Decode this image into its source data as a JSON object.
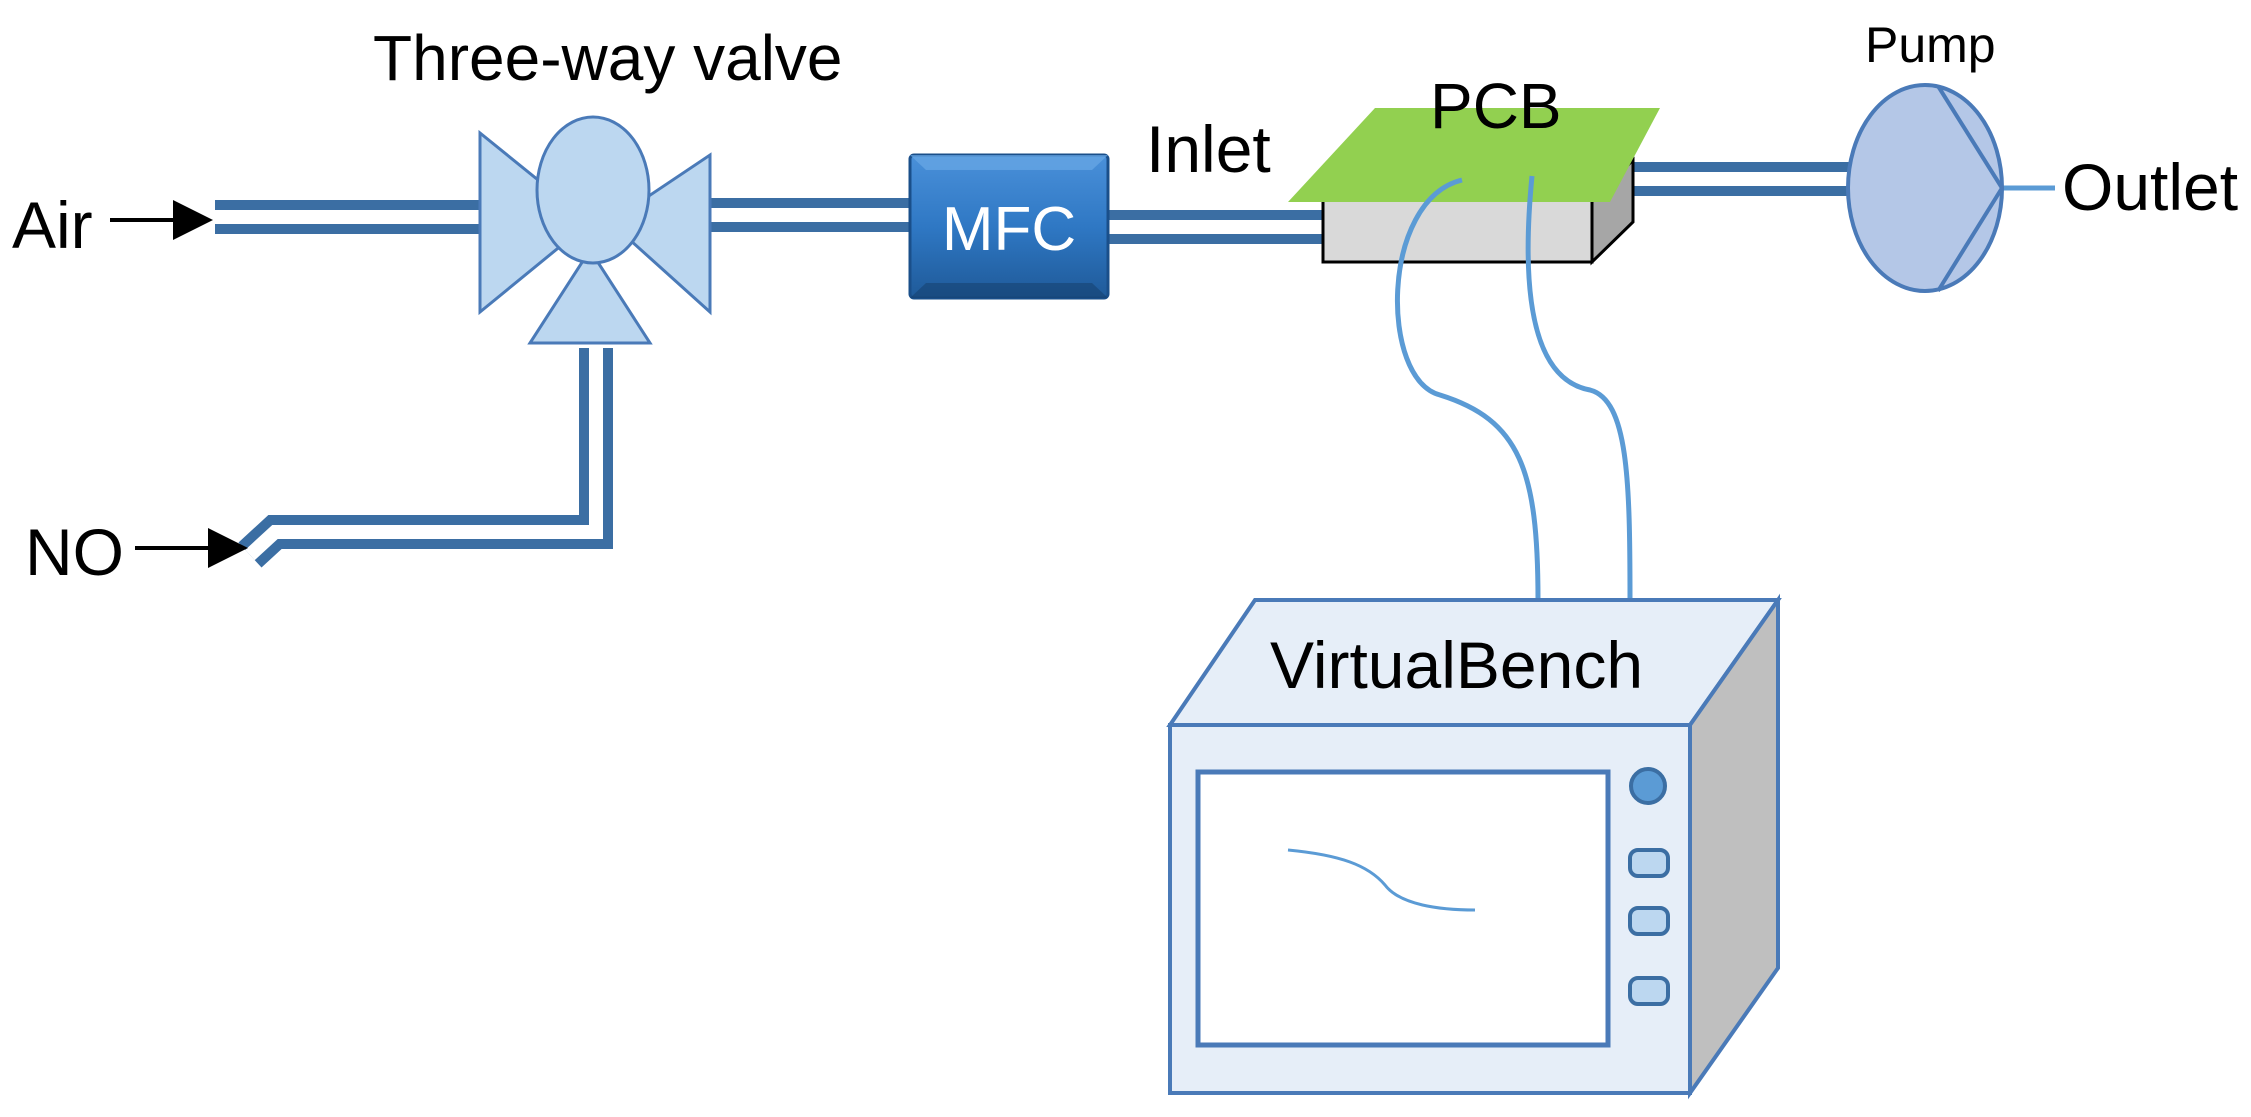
{
  "labels": {
    "air": "Air",
    "no": "NO",
    "three_way_valve": "Three-way valve",
    "mfc": "MFC",
    "inlet": "Inlet",
    "pcb": "PCB",
    "pump": "Pump",
    "outlet": "Outlet",
    "virtualbench": "VirtualBench"
  },
  "colors": {
    "pipe": "#3b6ea3",
    "valve_fill": "#bcd7f0",
    "valve_stroke": "#4a7ab8",
    "mfc_fill": "#2f78c4",
    "pcb_green": "#92d050",
    "pcb_box": "#d9d9d9",
    "pump_fill": "#b4c7e7",
    "wire": "#5b9bd5",
    "bench_front": "#e6eef8",
    "bench_side": "#bfbfbf"
  },
  "icons": {
    "valve": "three-way-valve-icon",
    "pump": "pump-icon",
    "instrument": "oscilloscope-icon"
  }
}
